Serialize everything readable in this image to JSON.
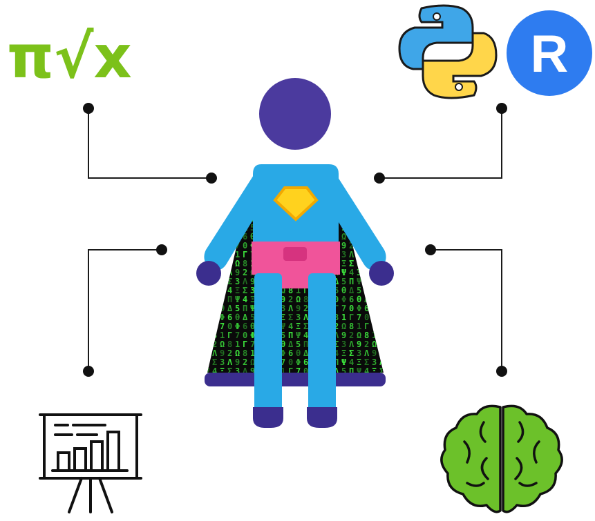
{
  "diagram": {
    "math_icon": {
      "symbols": "π√x",
      "color": "#7cc11a"
    },
    "r_logo": {
      "letter": "R",
      "circle_color": "#2e7cf0",
      "letter_color": "#ffffff"
    },
    "python_logo": {
      "blue": "#3fa6e8",
      "yellow": "#ffd64a",
      "outline": "#1a1a1a"
    },
    "superhero": {
      "head_color": "#4b3a9e",
      "body_color": "#29a9e6",
      "belt_color": "#f0549a",
      "belt_buckle_color": "#d6337f",
      "emblem_color": "#ffd21e",
      "emblem_outline": "#f2a900",
      "boots_color": "#3b2e8e",
      "cape_glyphs": "ΣΨΔΦΓΩΛΞΠθ0123456789",
      "cape_glyph_color": "#3ee83e"
    },
    "presentation_icon": {
      "stroke_color": "#111111"
    },
    "brain_icon": {
      "fill_color": "#6cc12a",
      "stroke_color": "#111111"
    },
    "connector_color": "#1a1a1a"
  }
}
